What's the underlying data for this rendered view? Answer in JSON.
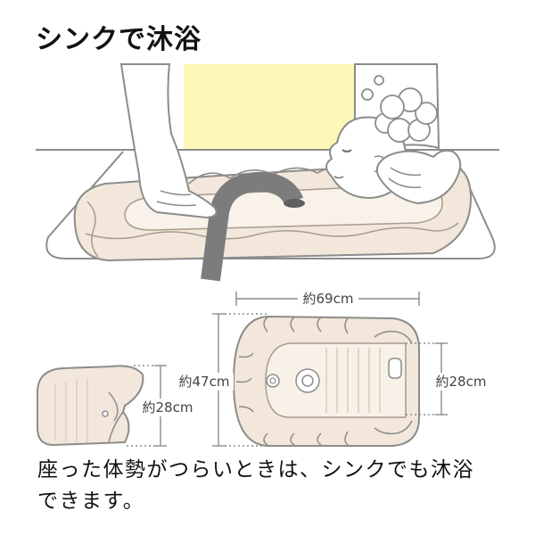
{
  "title": "シンクで沐浴",
  "dimensions": {
    "length": "約69cm",
    "width": "約47cm",
    "side_height": "約28cm",
    "inner_width": "約28cm"
  },
  "caption": {
    "lines": [
      "座った体勢がつらいときは、シンクでも沐浴",
      "できます。"
    ]
  },
  "colors": {
    "tub_beige": "#f2e7da",
    "shirt_yellow": "#fdf7b8",
    "faucet_gray": "#7c7c7c",
    "outline": "#8c8c8c"
  }
}
